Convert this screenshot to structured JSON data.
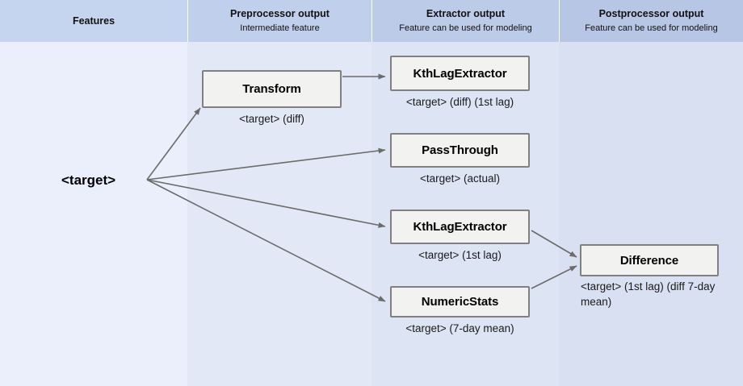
{
  "header": {
    "columns": [
      {
        "title": "Features",
        "subtitle": ""
      },
      {
        "title": "Preprocessor output",
        "subtitle": "Intermediate feature"
      },
      {
        "title": "Extractor output",
        "subtitle": "Feature can be used for modeling"
      },
      {
        "title": "Postprocessor output",
        "subtitle": "Feature can be used for modeling"
      }
    ]
  },
  "diagram": {
    "root": {
      "label": "<target>"
    },
    "nodes": [
      {
        "id": "transform",
        "title": "Transform",
        "caption": "<target> (diff)"
      },
      {
        "id": "kthlag-diff",
        "title": "KthLagExtractor",
        "caption": "<target> (diff) (1st lag)"
      },
      {
        "id": "passthrough",
        "title": "PassThrough",
        "caption": "<target> (actual)"
      },
      {
        "id": "kthlag",
        "title": "KthLagExtractor",
        "caption": "<target> (1st lag)"
      },
      {
        "id": "numstats",
        "title": "NumericStats",
        "caption": "<target> (7-day mean)"
      },
      {
        "id": "difference",
        "title": "Difference",
        "caption": "<target> (1st lag) (diff 7-day mean)"
      }
    ]
  },
  "colors": {
    "band_1": "#eaeffb",
    "band_2": "#e2e8f6",
    "band_3": "#dde4f3",
    "band_4": "#d9e0f1",
    "header_1": "#c6d5ef",
    "header_2": "#c0d0ec",
    "header_3": "#bccbe8",
    "header_4": "#b6c6e4",
    "node_fill": "#f2f2f0",
    "node_border": "#808080",
    "edge": "#6b6b6b"
  }
}
